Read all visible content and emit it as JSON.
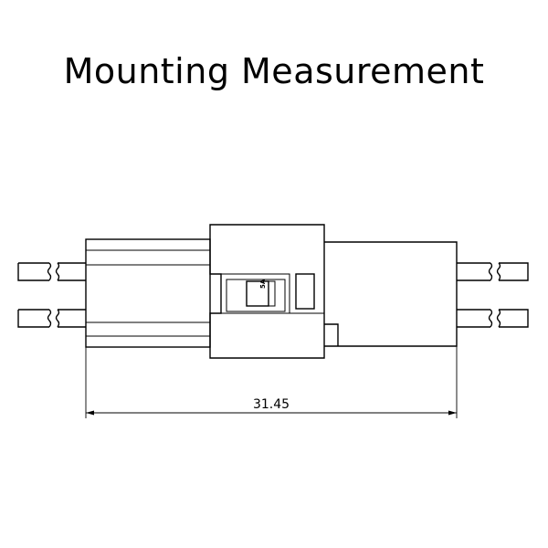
{
  "title": "Mounting Measurement",
  "dimension": {
    "value": "31.45"
  },
  "part_marking": "5A"
}
